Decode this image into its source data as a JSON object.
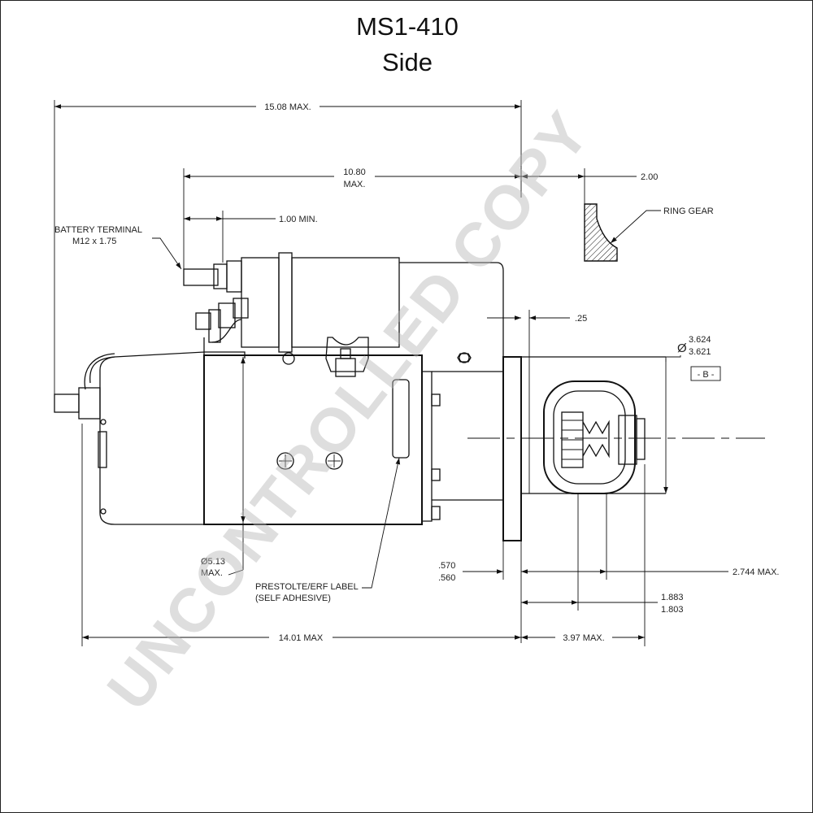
{
  "title": "MS1-410",
  "subtitle": "Side",
  "watermark": "UNCONTROLLED COPY",
  "colors": {
    "line": "#111111",
    "watermark": "#d9d9d9",
    "background": "#ffffff"
  },
  "dimensions": {
    "overall_length": "15.08 MAX.",
    "solenoid_length_1": "10.80",
    "solenoid_length_2": "MAX.",
    "terminal_min": "1.00 MIN.",
    "ring_gear_offset": "2.00",
    "flange_gap": ".25",
    "pilot_dia_max": "3.624",
    "pilot_dia_min": "3.621",
    "datum": "- B -",
    "body_dia_1": "Ø5.13",
    "body_dia_2": "MAX.",
    "flange_thk_max": ".570",
    "flange_thk_min": ".560",
    "pinion_extension": "2.744 MAX.",
    "pinion_pos_max": "1.883",
    "pinion_pos_min": "1.803",
    "body_length": "14.01 MAX",
    "nose_length": "3.97 MAX."
  },
  "labels": {
    "battery_terminal_1": "BATTERY TERMINAL",
    "battery_terminal_2": "M12 x 1.75",
    "ring_gear": "RING GEAR",
    "label_note_1": "PRESTOLTE/ERF LABEL",
    "label_note_2": "(SELF ADHESIVE)"
  }
}
